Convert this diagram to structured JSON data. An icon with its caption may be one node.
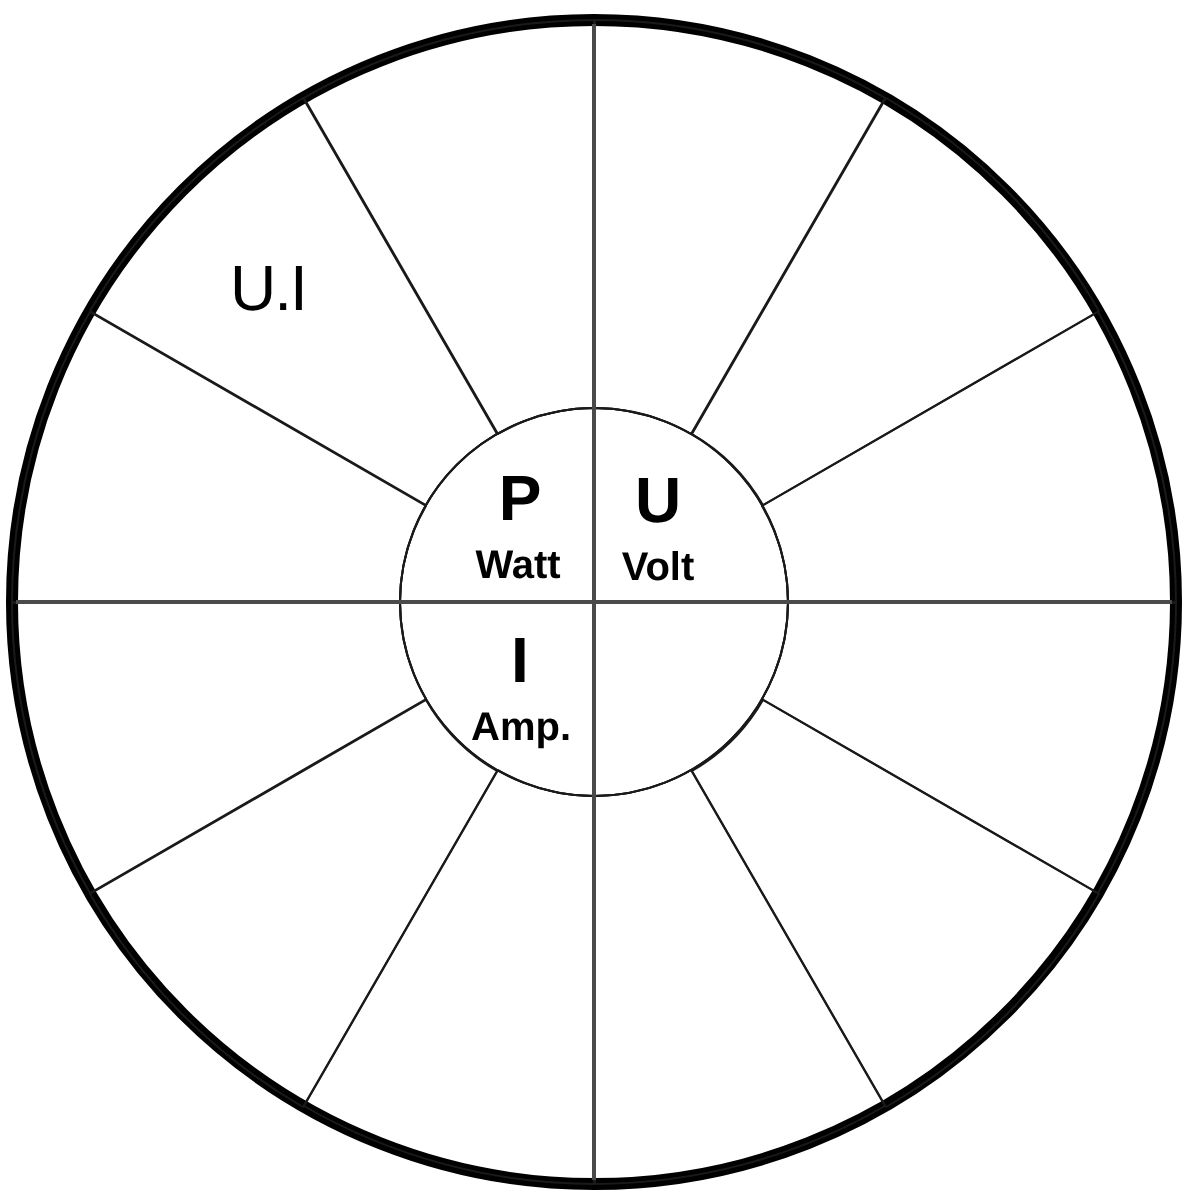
{
  "diagram": {
    "nodes": [
      {
        "text": [],
        "shape": "circle"
      },
      {
        "text": [],
        "shape": "circle",
        "in": 0
      },
      {
        "text": [
          "P",
          "Watt"
        ],
        "in": 1
      },
      {
        "text": [
          "U",
          "Volt"
        ],
        "in": 1
      },
      {
        "text": [
          "I",
          "Amp."
        ],
        "in": 1
      },
      {
        "text": [],
        "shape": "sector",
        "in": 1
      },
      {
        "text": [],
        "shape": "sector",
        "in": 0
      },
      {
        "text": [],
        "shape": "sector",
        "in": 0
      },
      {
        "text": [
          "U.I"
        ],
        "in": 0
      },
      {
        "text": [],
        "shape": "sector",
        "in": 0
      },
      {
        "text": [],
        "shape": "sector",
        "in": 0
      },
      {
        "text": [],
        "shape": "sector",
        "in": 0
      },
      {
        "text": [],
        "shape": "sector",
        "in": 0
      },
      {
        "text": [],
        "shape": "sector",
        "in": 0
      },
      {
        "text": [],
        "shape": "sector",
        "in": 0
      },
      {
        "text": [],
        "shape": "sector",
        "in": 0
      },
      {
        "text": [],
        "shape": "sector",
        "in": 0
      },
      {
        "text": [],
        "shape": "sector",
        "in": 0
      }
    ]
  }
}
